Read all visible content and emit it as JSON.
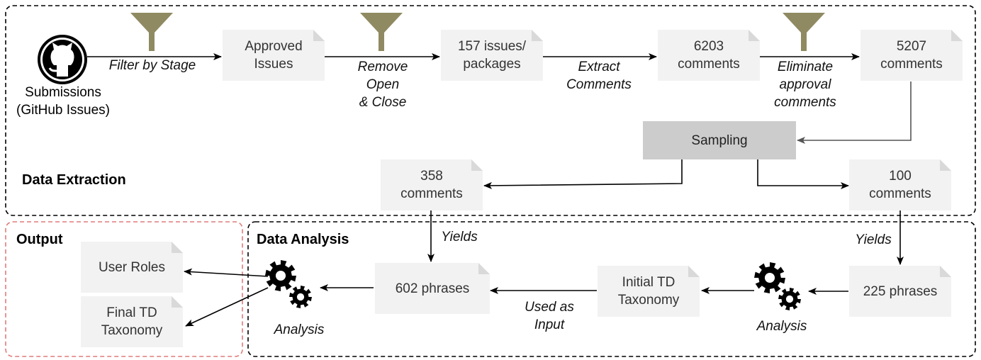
{
  "sections": {
    "extraction": "Data Extraction",
    "output": "Output",
    "analysis": "Data Analysis"
  },
  "source": {
    "label": "Submissions\n(GitHub Issues)",
    "icon": "github-icon"
  },
  "docs": {
    "approved": "Approved\nIssues",
    "packages": "157 issues/\npackages",
    "comments_6203": "6203\ncomments",
    "comments_5207": "5207\ncomments",
    "comments_358": "358\ncomments",
    "comments_100": "100\ncomments",
    "phrases_602": "602 phrases",
    "phrases_225": "225 phrases",
    "initial_taxonomy": "Initial TD\nTaxonomy",
    "user_roles": "User Roles",
    "final_taxonomy": "Final TD\nTaxonomy"
  },
  "process": {
    "sampling": "Sampling"
  },
  "edges": {
    "filter_stage": "Filter by Stage",
    "remove_open_close": "Remove\nOpen\n& Close",
    "extract_comments": "Extract\nComments",
    "eliminate_approval": "Eliminate\napproval\ncomments",
    "yields_left": "Yields",
    "yields_right": "Yields",
    "used_as_input": "Used as\nInput",
    "analysis_left": "Analysis",
    "analysis_right": "Analysis"
  },
  "colors": {
    "doc_fill": "#f2f2f2",
    "doc_fold": "#d9d9d9",
    "sampling_fill": "#cccccc",
    "funnel": "#8f8a62",
    "output_border": "#e07b7b",
    "dashed_border": "#000000"
  }
}
